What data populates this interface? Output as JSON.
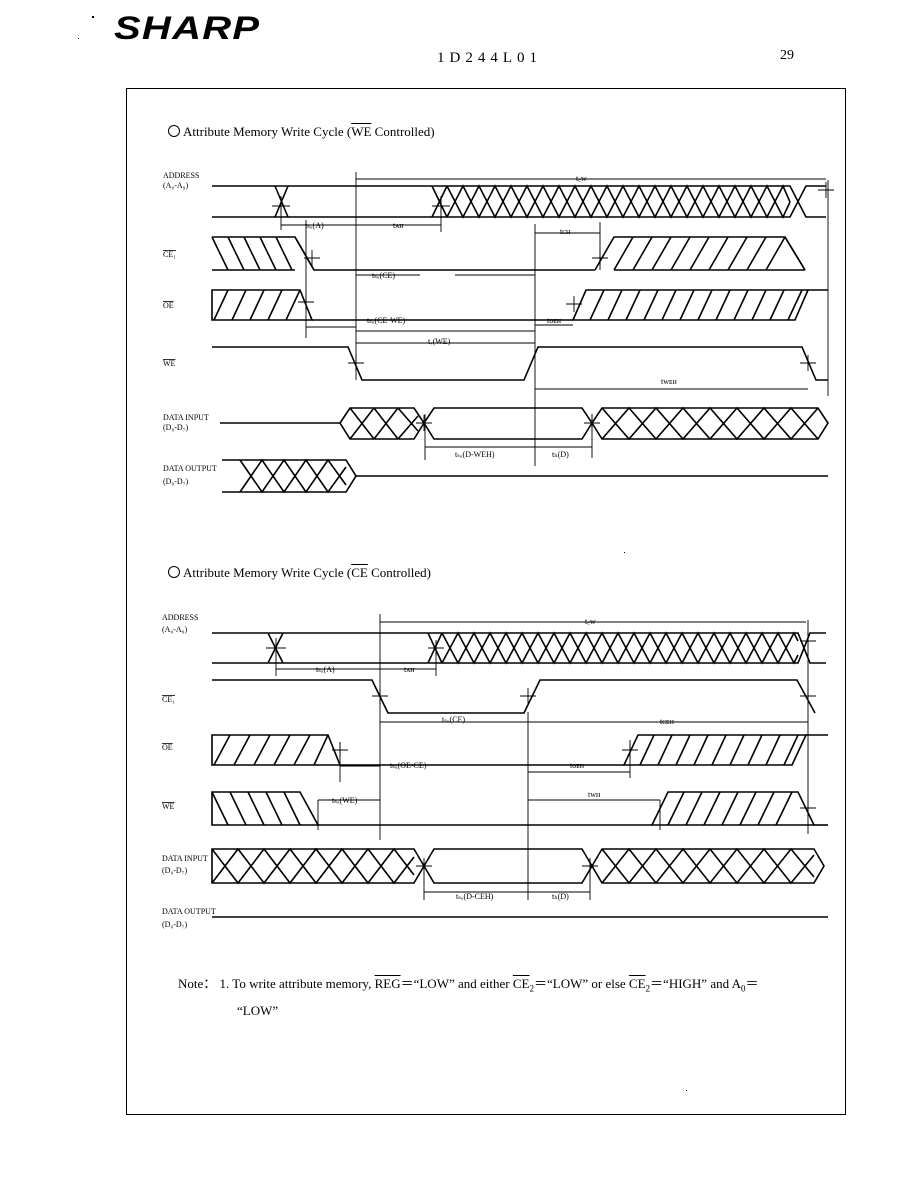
{
  "header": {
    "logo": "SHARP",
    "doc_id": "1D244L01",
    "page_number": "29"
  },
  "diagram1": {
    "title_prefix": "Attribute Memory Write Cycle (",
    "title_signal": "WE",
    "title_suffix": " Controlled)"
  },
  "diagram2": {
    "title_prefix": "Attribute Memory Write Cycle (",
    "title_signal": "CE",
    "title_suffix": " Controlled)"
  },
  "note": {
    "label": "Note：",
    "text_1": "1. To write attribute memory, ",
    "reg": "REG",
    "text_2": "＝“LOW” and either ",
    "ce2a": "CE",
    "text_3": "＝“LOW” or else ",
    "ce2b": "CE",
    "text_4": "＝“HIGH” and A",
    "text_5": "＝",
    "text_6": "“LOW”"
  }
}
